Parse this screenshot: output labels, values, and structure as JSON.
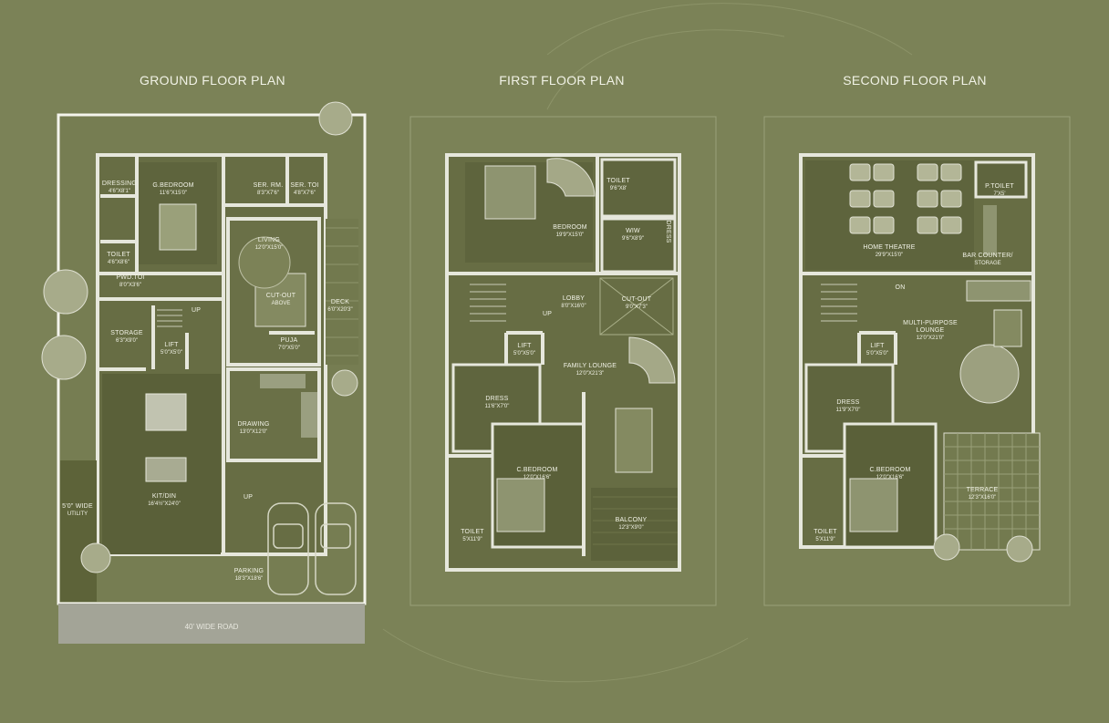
{
  "titles": {
    "ground": "GROUND FLOOR PLAN",
    "first": "FIRST FLOOR PLAN",
    "second": "SECOND FLOOR PLAN"
  },
  "road": "40' WIDE ROAD",
  "ground_rooms": {
    "dressing": {
      "name": "DRESSING",
      "dim": "4'6\"X8'1\""
    },
    "gbed": {
      "name": "G.BEDROOM",
      "dim": "11'6\"X15'0\""
    },
    "serrm": {
      "name": "SER. RM.",
      "dim": "8'3\"X7'6\""
    },
    "sertoi": {
      "name": "SER. TOI",
      "dim": "4'8\"X7'6\""
    },
    "living": {
      "name": "LIVING",
      "dim": "12'0\"X15'0\""
    },
    "toilet": {
      "name": "TOILET",
      "dim": "4'6\"X8'6\""
    },
    "pwd": {
      "name": "PWD.TOI",
      "dim": "8'0\"X3'6\""
    },
    "cutout": {
      "name": "CUT-OUT",
      "dim": "ABOVE"
    },
    "deck": {
      "name": "DECK",
      "dim": "6'0\"X20'3\""
    },
    "up": "UP",
    "storage": {
      "name": "STORAGE",
      "dim": "6'3\"X9'0\""
    },
    "lift": {
      "name": "LIFT",
      "dim": "5'0\"X5'0\""
    },
    "puja": {
      "name": "PUJA",
      "dim": "7'0\"X5'0\""
    },
    "drawing": {
      "name": "DRAWING",
      "dim": "13'0\"X12'0\""
    },
    "kitdin": {
      "name": "KIT/DIN",
      "dim": "16'4½\"X24'0\""
    },
    "utility": {
      "name": "5'0\" WIDE",
      "dim": "UTILITY"
    },
    "up2": "UP",
    "parking": {
      "name": "PARKING",
      "dim": "18'3\"X18'6\""
    }
  },
  "first_rooms": {
    "bedroom": {
      "name": "BEDROOM",
      "dim": "19'9\"X15'0\""
    },
    "toilet": {
      "name": "TOILET",
      "dim": "9'6\"X8'"
    },
    "wiw": {
      "name": "WIW",
      "dim": "9'6\"X8'9\""
    },
    "dress_v": "DRESS",
    "lobby": {
      "name": "LOBBY",
      "dim": "8'0\"X16'0\""
    },
    "cutout": {
      "name": "CUT-OUT",
      "dim": "9'0\"X7'3\""
    },
    "up": "UP",
    "lift": {
      "name": "LIFT",
      "dim": "5'0\"X5'0\""
    },
    "family": {
      "name": "FAMILY LOUNGE",
      "dim": "12'0\"X21'3\""
    },
    "dress": {
      "name": "DRESS",
      "dim": "11'6\"X7'0\""
    },
    "cbed": {
      "name": "C.BEDROOM",
      "dim": "12'0\"X16'6\""
    },
    "toilet2": {
      "name": "TOILET",
      "dim": "5'X11'9\""
    },
    "balcony": {
      "name": "BALCONY",
      "dim": "12'3\"X9'0\""
    }
  },
  "second_rooms": {
    "ptoilet": {
      "name": "P.TOILET",
      "dim": "7'X5'"
    },
    "theatre": {
      "name": "HOME THEATRE",
      "dim": "29'9\"X15'0\""
    },
    "bar": {
      "name": "BAR COUNTER/",
      "dim": "STORAGE"
    },
    "on": "ON",
    "multi": {
      "name": "MULTI-PURPOSE",
      "dim": "LOUNGE"
    },
    "multi_dim": "12'0\"X21'0\"",
    "lift": {
      "name": "LIFT",
      "dim": "5'0\"X5'0\""
    },
    "dress": {
      "name": "DRESS",
      "dim": "11'9\"X7'0\""
    },
    "cbed": {
      "name": "C.BEDROOM",
      "dim": "12'0\"X16'6\""
    },
    "terrace": {
      "name": "TERRACE",
      "dim": "12'3\"X16'0\""
    },
    "toilet": {
      "name": "TOILET",
      "dim": "5'X11'9\""
    }
  },
  "colors": {
    "background": "#7b8257",
    "floor": "#6b7148",
    "wall": "#e6e7dc",
    "text": "#f1f2e6",
    "road": "#a3a497"
  }
}
